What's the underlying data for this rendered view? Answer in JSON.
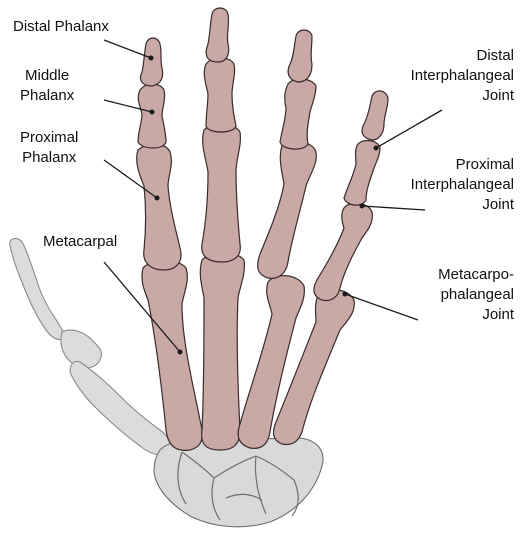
{
  "labels": {
    "distal_phalanx": "Distal Phalanx",
    "middle_phalanx": [
      "Middle",
      "Phalanx"
    ],
    "proximal_phalanx": [
      "Proximal",
      "Phalanx"
    ],
    "metacarpal": "Metacarpal",
    "dip_joint": [
      "Distal",
      "Interphalangeal",
      "Joint"
    ],
    "pip_joint": [
      "Proximal",
      "Interphalangeal",
      "Joint"
    ],
    "mcp_joint": [
      "Metacarpo-",
      "phalangeal",
      "Joint"
    ]
  },
  "colors": {
    "bone": "#c9a9a6",
    "bone_outline": "#3a2c2a",
    "thumb_bone": "#dcdcdc",
    "carpal": "#d9d9d9",
    "pointer_line": "#1a1a1a",
    "text": "#111111"
  }
}
